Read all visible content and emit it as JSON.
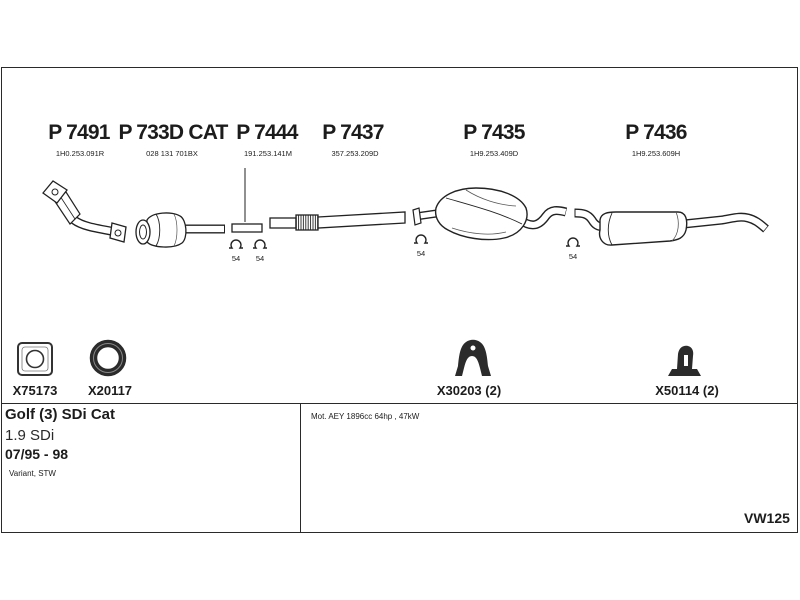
{
  "diagram": {
    "id": "VW125"
  },
  "parts": [
    {
      "number": "P 7491",
      "oem": "1H0.253.091R"
    },
    {
      "number": "P 733D CAT",
      "oem": "028 131 701BX"
    },
    {
      "number": "P 7444",
      "oem": "191.253.141M"
    },
    {
      "number": "P 7437",
      "oem": "357.253.209D"
    },
    {
      "number": "P 7435",
      "oem": "1H9.253.409D"
    },
    {
      "number": "P 7436",
      "oem": "1H9.253.609H"
    }
  ],
  "clamps": [
    {
      "label": "54",
      "icon": "clamp-icon"
    },
    {
      "label": "54",
      "icon": "clamp-icon"
    },
    {
      "label": "54",
      "icon": "clamp-icon"
    },
    {
      "label": "54",
      "icon": "clamp-icon"
    }
  ],
  "accessories": [
    {
      "code": "X75173",
      "icon": "gasket-icon"
    },
    {
      "code": "X20117",
      "icon": "seal-ring-icon"
    },
    {
      "code": "X30203 (2)",
      "icon": "rubber-mount-icon"
    },
    {
      "code": "X50114 (2)",
      "icon": "hanger-icon"
    }
  ],
  "vehicle": {
    "model": "Golf (3) SDi Cat",
    "engine": "1.9 SDi",
    "years": "07/95 - 98",
    "body": "Variant, STW"
  },
  "engine_details": "Mot. AEY 1896cc 64hp , 47kW",
  "colors": {
    "line": "#222222",
    "background": "#ffffff",
    "rubber": "#2b2b2b"
  }
}
